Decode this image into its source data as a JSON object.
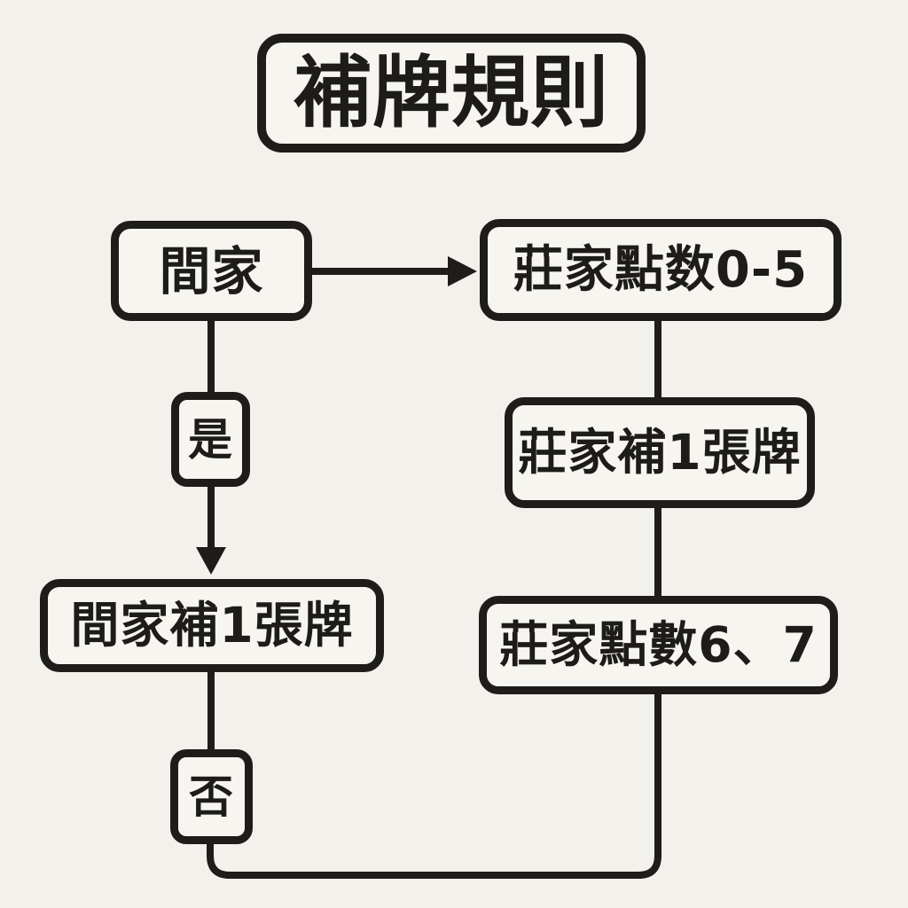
{
  "title": {
    "label": "補牌規則"
  },
  "flowchart": {
    "nodes": [
      {
        "id": "player",
        "label": "間家"
      },
      {
        "id": "banker-points-0-5",
        "label": "莊家點数0-5"
      },
      {
        "id": "yes",
        "label": "是"
      },
      {
        "id": "banker-draw-1",
        "label": "莊家補1張牌"
      },
      {
        "id": "player-draw-1",
        "label": "間家補1張牌"
      },
      {
        "id": "banker-points-6-7",
        "label": "莊家點數6、7"
      },
      {
        "id": "no",
        "label": "否"
      }
    ],
    "edges": [
      {
        "from": "player",
        "to": "banker-points-0-5",
        "arrow": true,
        "direction": "right"
      },
      {
        "from": "player",
        "to": "yes",
        "arrow": false,
        "direction": "down"
      },
      {
        "from": "yes",
        "to": "player-draw-1",
        "arrow": true,
        "direction": "down"
      },
      {
        "from": "player-draw-1",
        "to": "no",
        "arrow": false,
        "direction": "down"
      },
      {
        "from": "banker-points-0-5",
        "to": "banker-draw-1",
        "arrow": false,
        "direction": "down"
      },
      {
        "from": "banker-draw-1",
        "to": "banker-points-6-7",
        "arrow": false,
        "direction": "down"
      },
      {
        "from": "no",
        "to": "banker-points-6-7",
        "arrow": false,
        "direction": "down-right-up"
      }
    ]
  },
  "colors": {
    "background": "#f2f1ec",
    "box_fill": "#f6f5f0",
    "line": "#1e1d1b",
    "text": "#1d1c1a"
  }
}
